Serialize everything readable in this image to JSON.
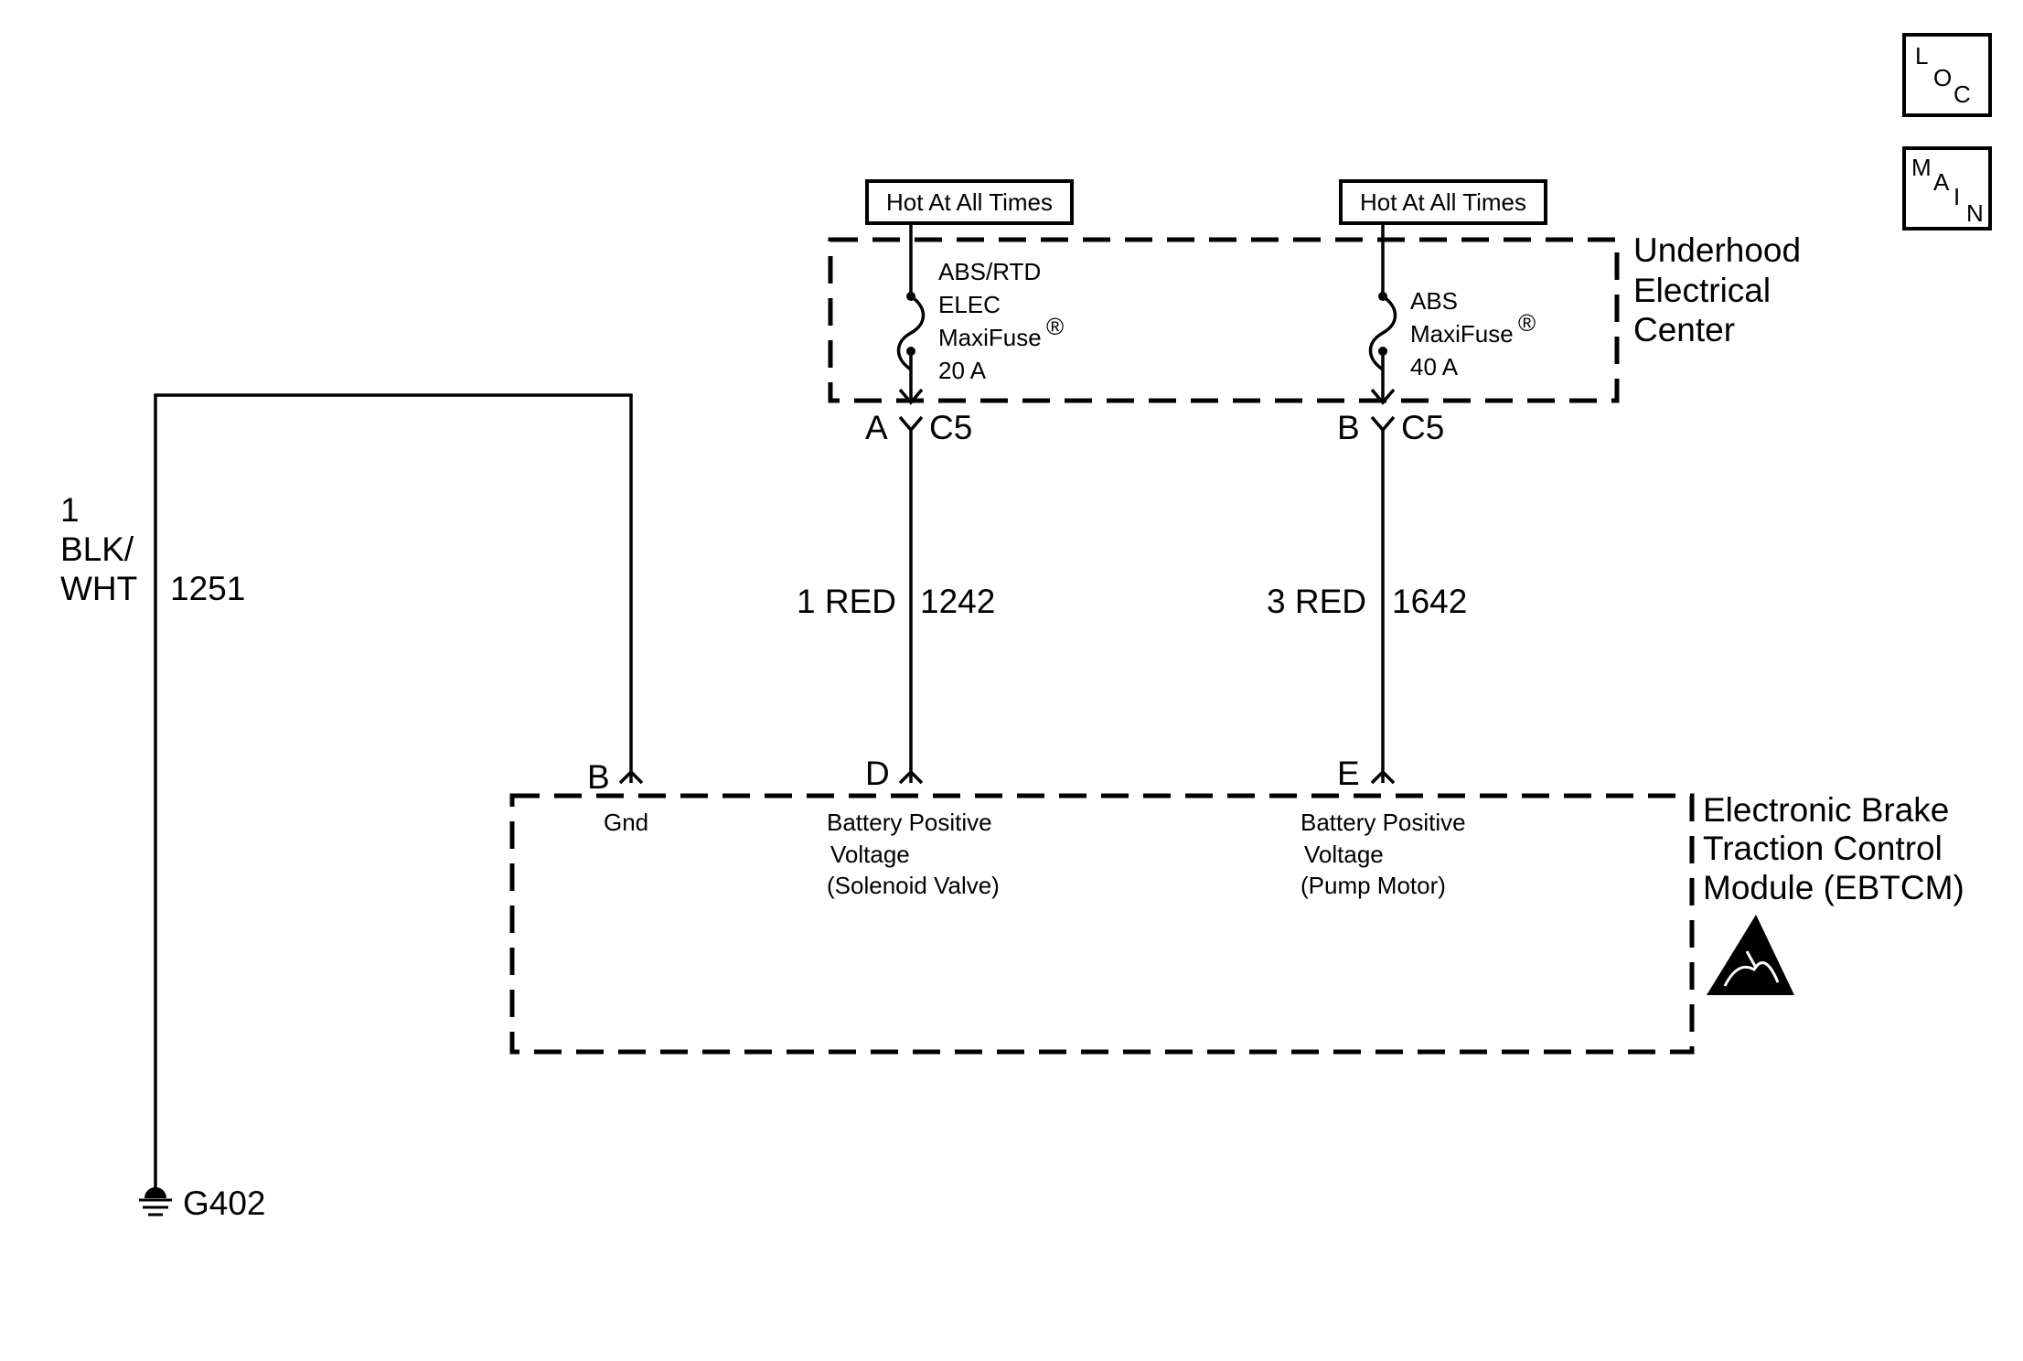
{
  "corner_buttons": {
    "loc": [
      "L",
      "O",
      "C"
    ],
    "main": [
      "M",
      "A",
      "I",
      "N"
    ]
  },
  "power_labels": {
    "left": "Hot At All Times",
    "right": "Hot At All Times"
  },
  "underhood": {
    "title_lines": [
      "Underhood",
      "Electrical",
      "Center"
    ],
    "fuse_left": {
      "lines": [
        "ABS/RTD",
        "ELEC",
        "MaxiFuse",
        "20 A"
      ],
      "reg": "®"
    },
    "fuse_right": {
      "lines": [
        "ABS",
        "MaxiFuse",
        "40 A"
      ],
      "reg": "®"
    }
  },
  "connectors": {
    "c5_left": {
      "pin": "A",
      "name": "C5"
    },
    "c5_right": {
      "pin": "B",
      "name": "C5"
    }
  },
  "wires": {
    "gnd": {
      "gauge": "1",
      "color_lines": [
        "BLK/",
        "WHT"
      ],
      "circuit": "1251"
    },
    "left": {
      "gauge_color": "1 RED",
      "circuit": "1242"
    },
    "right": {
      "gauge_color": "3 RED",
      "circuit": "1642"
    }
  },
  "ground": {
    "name": "G402"
  },
  "module": {
    "title_lines": [
      "Electronic Brake",
      "Traction Control",
      "Module (EBTCM)"
    ],
    "pins": [
      {
        "pin": "B",
        "desc_lines": [
          "Gnd"
        ]
      },
      {
        "pin": "D",
        "desc_lines": [
          "Battery Positive",
          "Voltage",
          "(Solenoid Valve)"
        ]
      },
      {
        "pin": "E",
        "desc_lines": [
          "Battery Positive",
          "Voltage",
          "(Pump Motor)"
        ]
      }
    ]
  },
  "colors": {
    "ink": "#000000",
    "paper": "#ffffff"
  }
}
